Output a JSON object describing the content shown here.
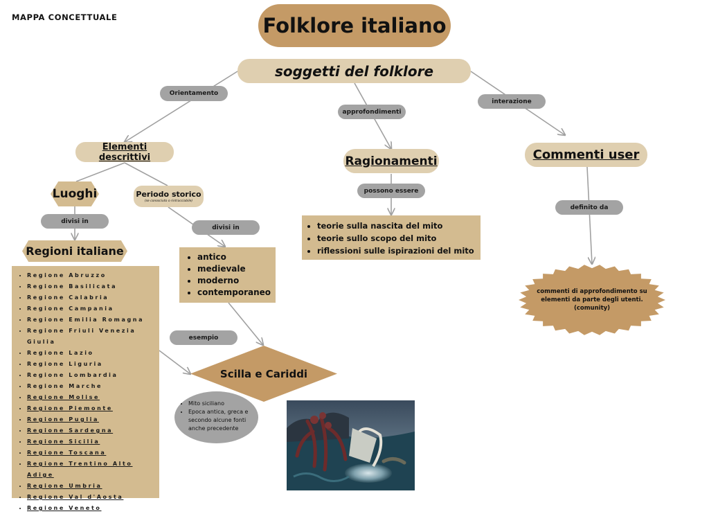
{
  "header": {
    "label": "MAPPA CONCETTUALE"
  },
  "title": "Folklore italiano",
  "subtitle": "soggetti del folklore",
  "connectors": {
    "orientamento": "Orientamento",
    "approfondimenti": "approfondimenti",
    "interazione": "interazione",
    "divisi_in_1": "divisi in",
    "divisi_in_2": "divisi in",
    "possono_essere": "possono essere",
    "definito_da": "definito da",
    "esempio": "esempio"
  },
  "nodes": {
    "elementi": "Elementi descrittivi",
    "ragionamenti": "Ragionamenti",
    "commenti": "Commenti user",
    "luoghi": "Luoghi",
    "periodo": "Periodo storico",
    "periodo_note": "(se conosciuto o rintracciabile)",
    "regioni": "Regioni italiane",
    "scilla": "Scilla e Cariddi"
  },
  "ragionamenti_list": [
    "teorie sulla nascita del mito",
    "teorie sullo scopo del mito",
    "riflessioni sulle ispirazioni del mito"
  ],
  "periodi_list": [
    "antico",
    "medievale",
    "moderno",
    "contemporaneo"
  ],
  "regioni_list": [
    "Regione Abruzzo",
    "Regione Basilicata",
    "Regione Calabria",
    "Regione Campania",
    "Regione Emilia Romagna",
    "Regione Friuli Venezia Giulia",
    "Regione Lazio",
    "Regione Liguria",
    "Regione Lombardia",
    "Regione Marche",
    "Regione Molise",
    "Regione Piemonte",
    "Regione Puglia",
    "Regione Sardegna",
    "Regione Sicilia",
    "Regione Toscana",
    "Regione Trentino Alto Adige",
    "Regione Umbria",
    "Regione Val d'Aosta",
    "Regione Veneto"
  ],
  "scilla_list": [
    "Mito siciliano",
    "Epoca antica, greca e secondo alcune fonti anche precedente"
  ],
  "commenti_desc": "commenti di approfondimento su elementi da parte degli utenti. (comunity)",
  "colors": {
    "brown": "#c49a66",
    "tan": "#dfcfb0",
    "box": "#d3bb90",
    "gray": "#a3a3a3",
    "line": "#a0a0a0"
  }
}
